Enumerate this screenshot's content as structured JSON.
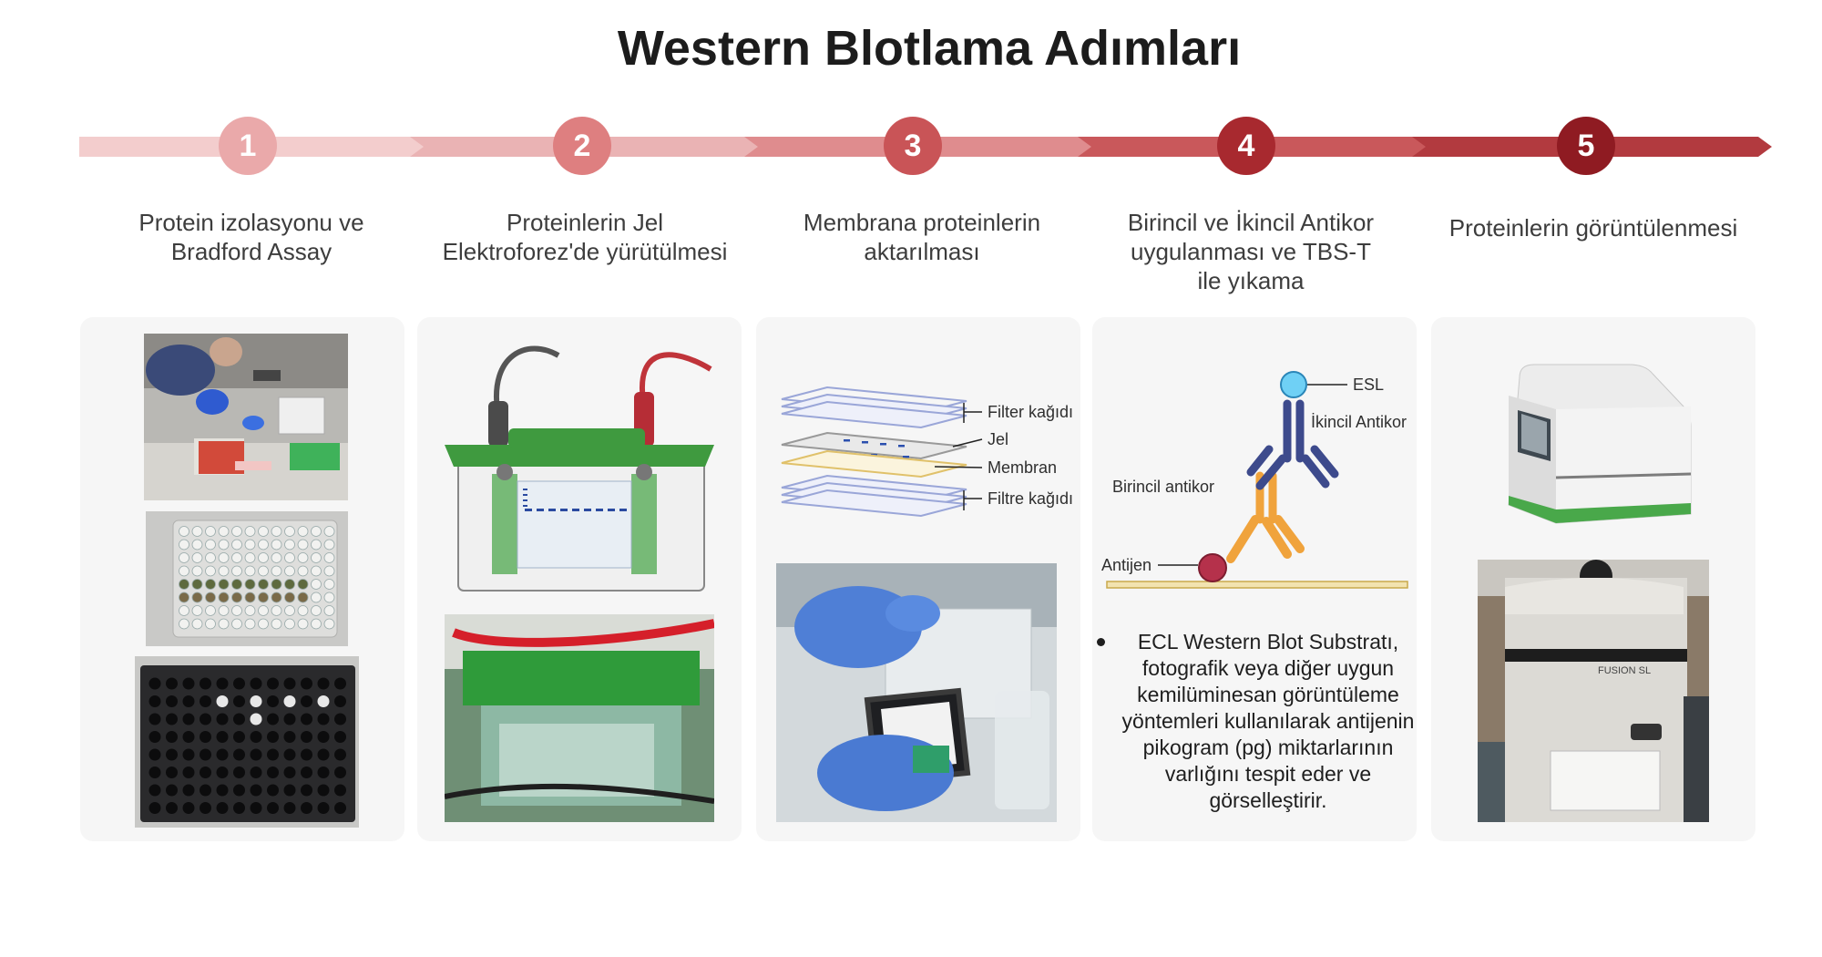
{
  "title": "Western Blotlama Adımları",
  "colors": {
    "step1": "#eaa9aa",
    "step2": "#de7f80",
    "step3": "#c95457",
    "step4": "#a8292f",
    "step5": "#8f1b22",
    "panel_bg": "#f6f6f6"
  },
  "steps": [
    {
      "number": "1",
      "label_line1": "Protein izolasyonu ve",
      "label_line2": "Bradford Assay",
      "label_line3": ""
    },
    {
      "number": "2",
      "label_line1": "Proteinlerin Jel",
      "label_line2": "Elektroforez'de yürütülmesi",
      "label_line3": ""
    },
    {
      "number": "3",
      "label_line1": "Membrana proteinlerin",
      "label_line2": "aktarılması",
      "label_line3": ""
    },
    {
      "number": "4",
      "label_line1": "Birincil ve İkincil Antikor",
      "label_line2": "uygulanması ve TBS-T",
      "label_line3": "ile yıkama"
    },
    {
      "number": "5",
      "label_line1": "Proteinlerin görüntülenmesi",
      "label_line2": "",
      "label_line3": ""
    }
  ],
  "transfer_stack_labels": {
    "filter_top": "Filter kağıdı",
    "gel": "Jel",
    "membrane": "Membran",
    "filter_bottom": "Filtre kağıdı"
  },
  "antibody_labels": {
    "esl": "ESL",
    "secondary": "İkincil Antikor",
    "primary": "Birincil antikor",
    "antigen": "Antijen"
  },
  "imager_brand": "FUSION SL",
  "bullet": "ECL Western Blot Substratı, fotografik veya diğer uygun kemilüminesan görüntüleme yöntemleri kullanılarak antijenin pikogram (pg) miktarlarının varlığını tespit eder ve görselleştirir."
}
